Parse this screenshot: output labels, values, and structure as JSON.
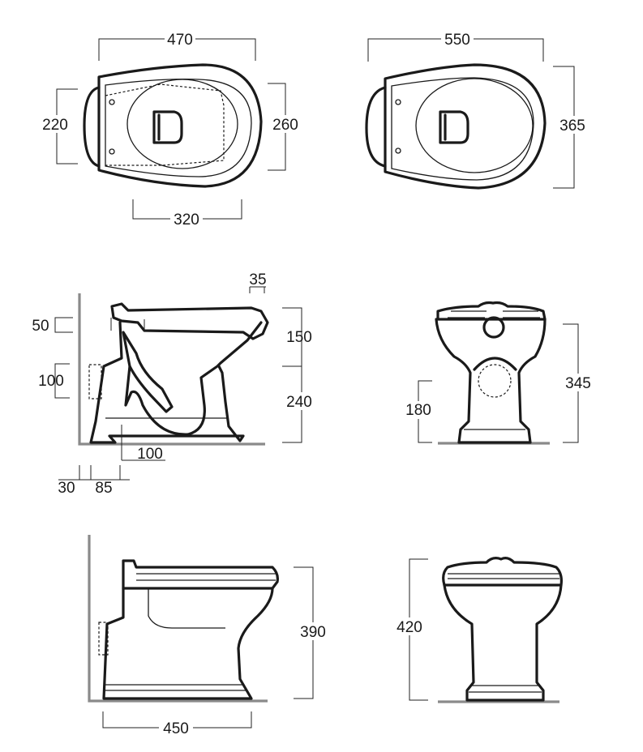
{
  "dimensions": {
    "top_left_width": "470",
    "top_left_left_height": "220",
    "top_left_right_height": "260",
    "top_left_bottom_width": "320",
    "top_right_width": "550",
    "top_right_height": "365",
    "side_top_offset": "35",
    "side_left_inlet": "50",
    "side_left_outlet": "100",
    "side_rim_depth": "150",
    "side_base_height": "240",
    "side_outlet_offset": "100",
    "side_wall_gap": "30",
    "side_outlet_center": "85",
    "front_inlet_height": "180",
    "front_total_height": "345",
    "lower_side_height": "390",
    "lower_side_depth": "450",
    "lower_front_height": "420"
  }
}
